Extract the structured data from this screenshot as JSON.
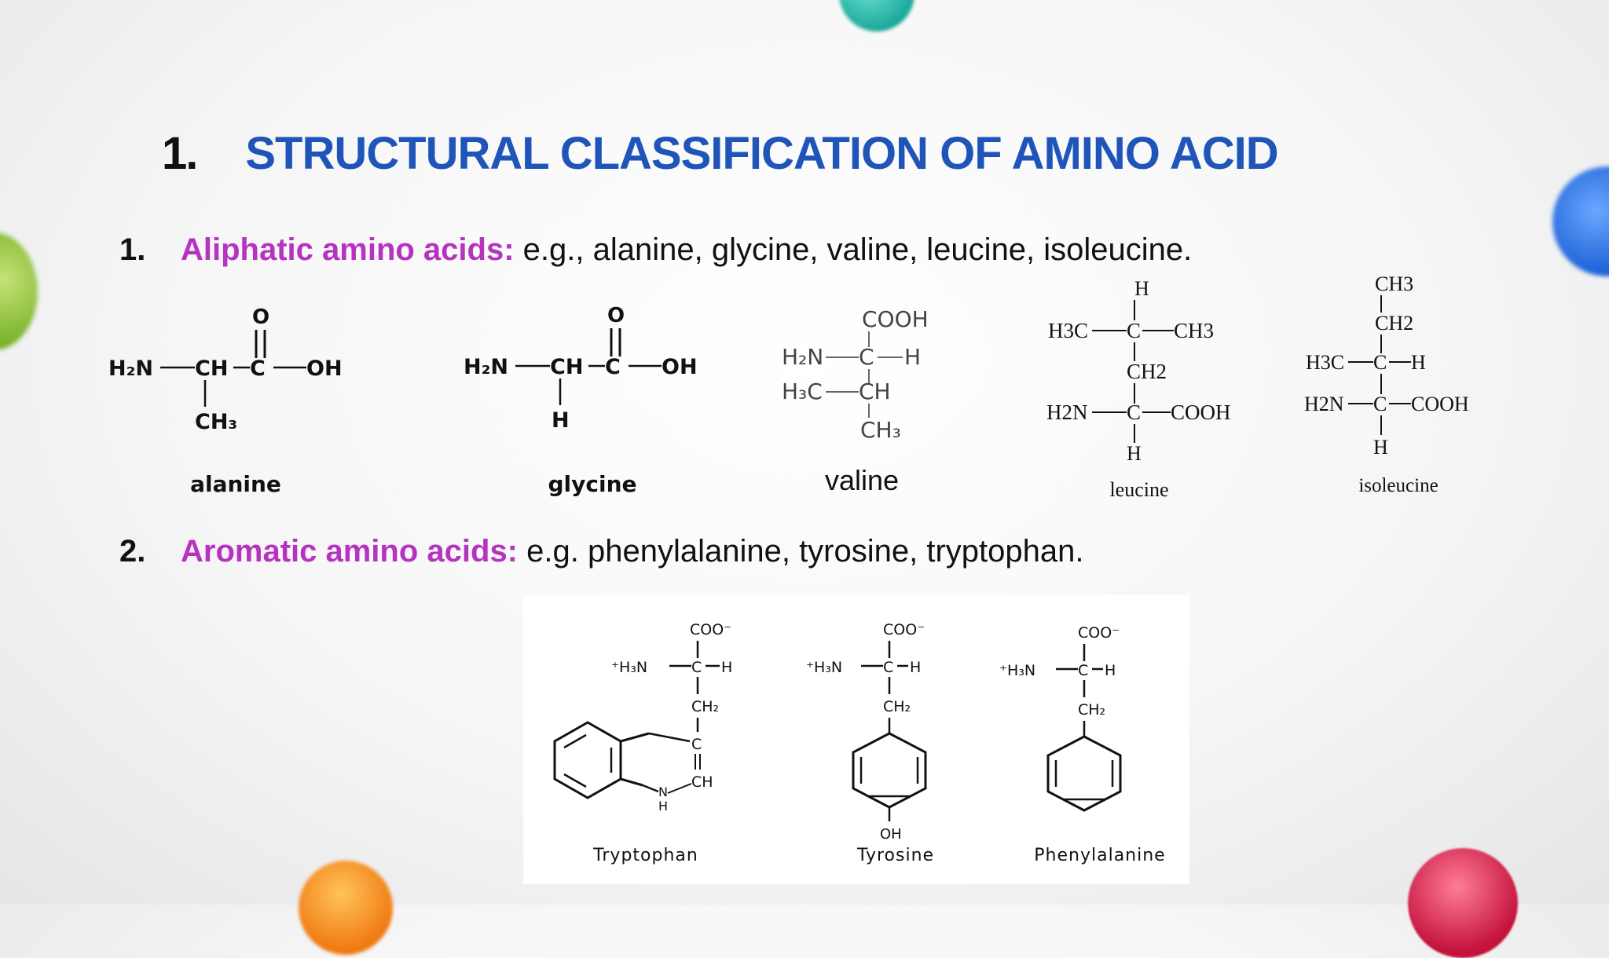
{
  "slide": {
    "title_number": "1.",
    "title": "STRUCTURAL CLASSIFICATION OF AMINO ACID",
    "items": [
      {
        "number": "1.",
        "heading": "Aliphatic amino acids:",
        "text": " e.g., alanine, glycine, valine, leucine, isoleucine."
      },
      {
        "number": "2.",
        "heading": "Aromatic amino acids:",
        "text": " e.g. phenylalanine, tyrosine, tryptophan."
      }
    ]
  },
  "aliphatic": {
    "alanine": {
      "name": "alanine",
      "o": "O",
      "h2n": "H₂N",
      "ch": "CH",
      "c": "C",
      "oh": "OH",
      "ch3": "CH₃"
    },
    "glycine": {
      "name": "glycine",
      "o": "O",
      "h2n": "H₂N",
      "ch": "CH",
      "c": "C",
      "oh": "OH",
      "h": "H"
    },
    "valine": {
      "name": "valine",
      "cooh": "COOH",
      "h2n": "H₂N",
      "c": "C",
      "h": "H",
      "h3c": "H₃C",
      "ch": "CH",
      "ch3": "CH₃"
    },
    "leucine": {
      "name": "leucine",
      "h_top": "H",
      "h3c": "H3C",
      "c1": "C",
      "ch3": "CH3",
      "ch2": "CH2",
      "h2n": "H2N",
      "c2": "C",
      "cooh": "COOH",
      "h_bottom": "H"
    },
    "isoleucine": {
      "name": "isoleucine",
      "ch3": "CH3",
      "ch2": "CH2",
      "h3c": "H3C",
      "c1": "C",
      "h_right": "H",
      "h2n": "H2N",
      "c2": "C",
      "cooh": "COOH",
      "h_bottom": "H"
    }
  },
  "aromatic": {
    "tryptophan": {
      "name": "Tryptophan",
      "coo": "COO⁻",
      "h3n": "⁺H₃N",
      "c": "C",
      "h": "H",
      "ch2": "CH₂",
      "c_ring": "C",
      "ch": "CH",
      "n": "N",
      "nh": "H"
    },
    "tyrosine": {
      "name": "Tyrosine",
      "coo": "COO⁻",
      "h3n": "⁺H₃N",
      "c": "C",
      "h": "H",
      "ch2": "CH₂",
      "oh": "OH"
    },
    "phenylalanine": {
      "name": "Phenylalanine",
      "coo": "COO⁻",
      "h3n": "⁺H₃N",
      "c": "C",
      "h": "H",
      "ch2": "CH₂"
    }
  },
  "colors": {
    "title": "#1f55b8",
    "heading": "#b633c0",
    "text": "#111111"
  }
}
